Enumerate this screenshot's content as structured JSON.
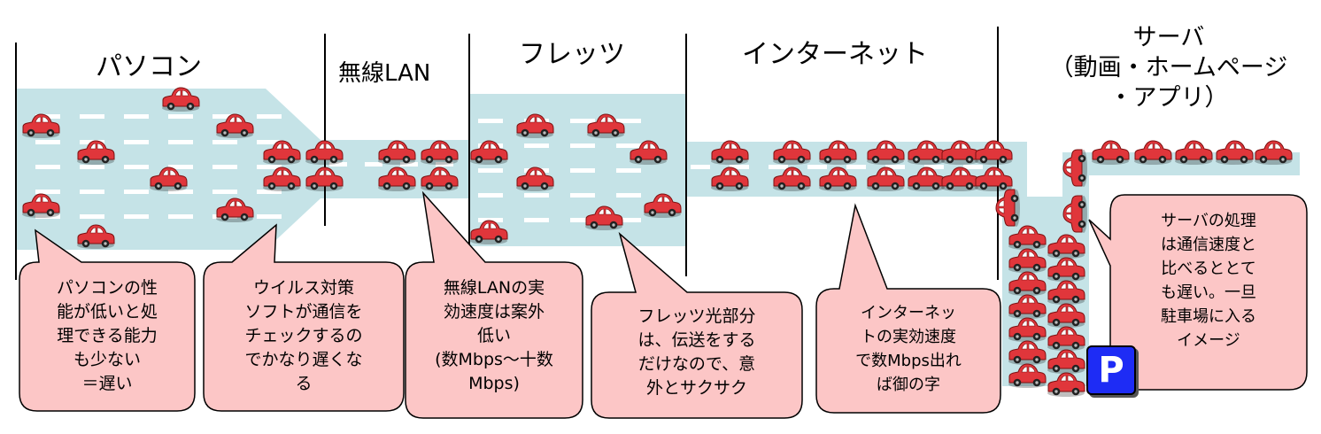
{
  "sections": {
    "pc": "パソコン",
    "wlan": "無線LAN",
    "flets": "フレッツ",
    "internet": "インターネット",
    "server_lines": [
      "サーバ",
      "（動画・ホームページ",
      "・アプリ）"
    ]
  },
  "bubbles": [
    {
      "id": "pc",
      "lines": [
        "パソコンの性",
        "能が低いと処",
        "理できる能力",
        "も少ない",
        "＝遅い"
      ]
    },
    {
      "id": "antivirus",
      "lines": [
        "ウイルス対策",
        "ソフトが通信を",
        "チェックするの",
        "でかなり遅くな",
        "る"
      ]
    },
    {
      "id": "wlan",
      "lines": [
        "無線LANの実",
        "効速度は案外",
        "低い",
        "(数Mbps～十数",
        "Mbps)"
      ]
    },
    {
      "id": "flets",
      "lines": [
        "フレッツ光部分",
        "は、伝送をする",
        "だけなので、意",
        "外とサクサク"
      ]
    },
    {
      "id": "internet",
      "lines": [
        "インターネッ",
        "トの実効速度",
        "で数Mbps出れ",
        "ば御の字"
      ]
    },
    {
      "id": "server",
      "lines": [
        "サーバの処理",
        "は通信速度と",
        "比べるととて",
        "も遅い。一旦",
        "駐車場に入る",
        "イメージ"
      ]
    }
  ],
  "parking_label": "P",
  "colors": {
    "road": "#c5e3e7",
    "car": "#e0363b",
    "bubble": "#fcc6c6",
    "parking": "#1e2cf5"
  }
}
